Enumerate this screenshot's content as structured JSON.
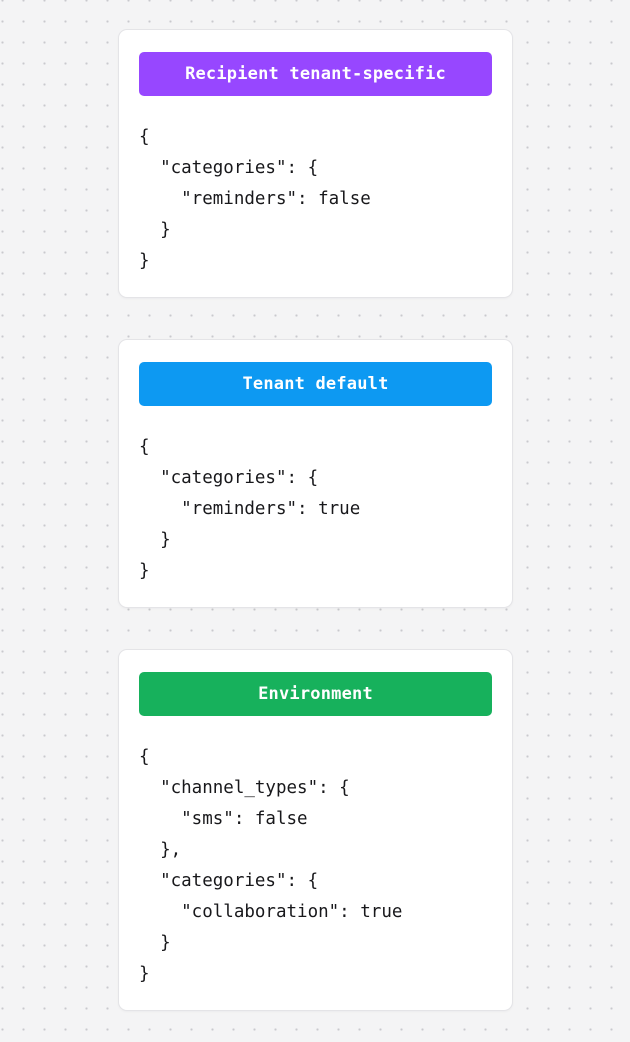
{
  "background": {
    "color": "#f4f4f5",
    "dot_color": "#c9c9cd",
    "pattern": "dot-grid"
  },
  "cards": [
    {
      "id": "recipient-tenant-specific",
      "badge_label": "Recipient tenant-specific",
      "badge_color": "#9747ff",
      "badge_text_color": "#ffffff",
      "code": "{\n  \"categories\": {\n    \"reminders\": false\n  }\n}",
      "payload": {
        "categories": {
          "reminders": false
        }
      }
    },
    {
      "id": "tenant-default",
      "badge_label": "Tenant default",
      "badge_color": "#0d99f2",
      "badge_text_color": "#ffffff",
      "code": "{\n  \"categories\": {\n    \"reminders\": true\n  }\n}",
      "payload": {
        "categories": {
          "reminders": true
        }
      }
    },
    {
      "id": "environment",
      "badge_label": "Environment",
      "badge_color": "#17b15c",
      "badge_text_color": "#ffffff",
      "code": "{\n  \"channel_types\": {\n    \"sms\": false\n  },\n  \"categories\": {\n    \"collaboration\": true\n  }\n}",
      "payload": {
        "channel_types": {
          "sms": false
        },
        "categories": {
          "collaboration": true
        }
      }
    }
  ]
}
